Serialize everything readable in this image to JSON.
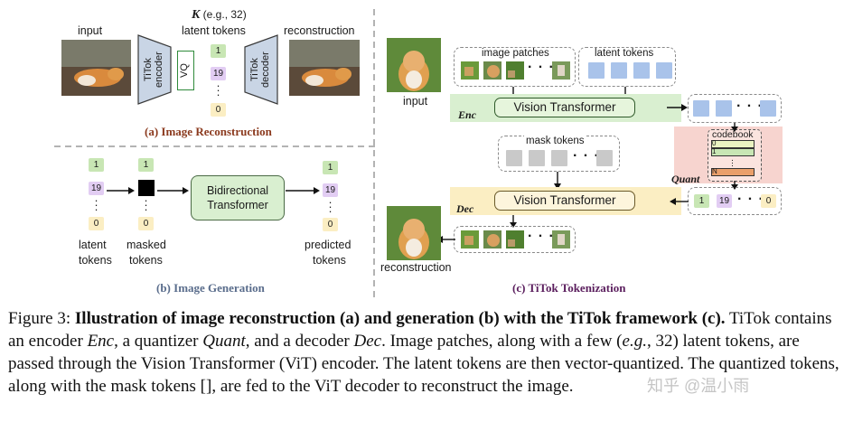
{
  "panel_a": {
    "input_label": "input",
    "k_label_k": "K",
    "k_label_rest": " (e.g., 32)",
    "latent_label": "latent tokens",
    "reconstruction_label": "reconstruction",
    "encoder_label": "TiTok encoder",
    "vq_label": "VQ",
    "decoder_label": "TiTok decoder",
    "tokens": [
      "1",
      "19",
      "0"
    ],
    "title": "(a) Image Reconstruction"
  },
  "panel_b": {
    "tokens": [
      "1",
      "19",
      "0"
    ],
    "masked_tokens": [
      "1",
      "0"
    ],
    "predicted_tokens": [
      "1",
      "19",
      "0"
    ],
    "transformer_label_1": "Bidirectional",
    "transformer_label_2": "Transformer",
    "latent_label_1": "latent",
    "latent_label_2": "tokens",
    "masked_label_1": "masked",
    "masked_label_2": "tokens",
    "predicted_label_1": "predicted",
    "predicted_label_2": "tokens",
    "title": "(b) Image Generation"
  },
  "panel_c": {
    "input_label": "input",
    "image_patches_label": "image patches",
    "latent_tokens_label": "latent tokens",
    "enc_label": "Enc",
    "vit_label": "Vision Transformer",
    "mask_tokens_label": "mask tokens",
    "dec_label": "Dec",
    "vit_label_2": "Vision Transformer",
    "codebook_label": "codebook",
    "codebook_rows": [
      "0",
      "1",
      "N"
    ],
    "quant_label": "Quant",
    "quant_tokens": [
      "1",
      "19",
      "0"
    ],
    "reconstruction_label": "reconstruction",
    "title": "(c) TiTok Tokenization"
  },
  "caption": {
    "prefix": "Figure 3: ",
    "bold": "Illustration of image reconstruction (a) and generation (b) with the TiTok framework (c).",
    "t1": " TiTok contains an encoder ",
    "enc": "Enc",
    "t2": ", a quantizer ",
    "quant": "Quant",
    "t3": ", and a decoder ",
    "dec": "Dec",
    "t4": ". Image patches, along with a few (",
    "eg": "e.g.",
    "t5": ", 32) latent tokens, are passed through the Vision Transformer (ViT) encoder. The latent tokens are then vector-quantized. The quantized tokens, along with the mask tokens [",
    "t6": "], are fed to the ViT decoder to reconstruct the image."
  },
  "watermark": "知乎 @温小雨",
  "colors": {
    "title_a": "#8b3a1e",
    "title_b": "#5a6d8c",
    "title_c": "#5b1f5e",
    "enc_band": "#d9efd0",
    "dec_band": "#fbeec3",
    "quant_band": "#f7d4cf",
    "trapezoid": "#c9d5e5"
  }
}
